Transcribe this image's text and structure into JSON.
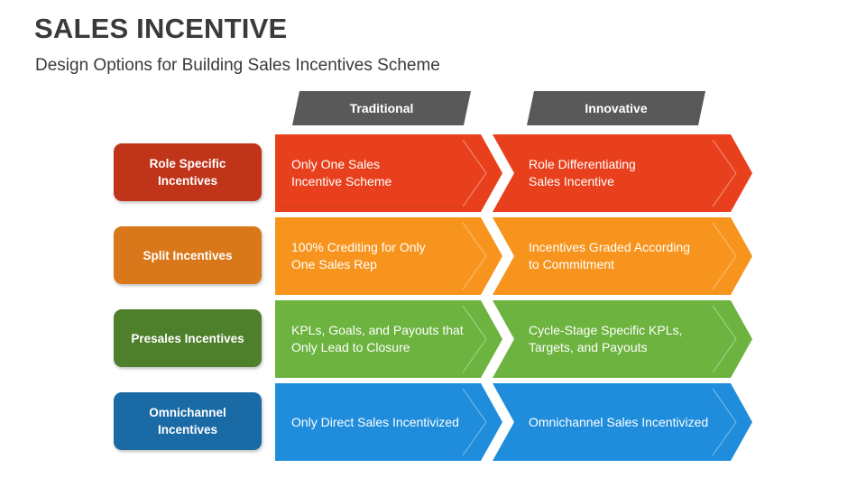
{
  "title": "SALES INCENTIVE",
  "subtitle": "Design Options for Building Sales Incentives Scheme",
  "columns": {
    "traditional": "Traditional",
    "innovative": "Innovative"
  },
  "colors": {
    "header": "#595959",
    "red": "#E8401C",
    "red_label": "#C0341A",
    "orange": "#F7941D",
    "orange_label": "#D9781A",
    "green": "#6DB33F",
    "green_label": "#4E7F2B",
    "blue": "#1F8DDB",
    "blue_label": "#1A6AA6"
  },
  "rows": [
    {
      "label": "Role Specific\nIncentives",
      "traditional": "Only One Sales\nIncentive Scheme",
      "innovative": "Role Differentiating\nSales Incentive"
    },
    {
      "label": "Split Incentives",
      "traditional": "100% Crediting for Only\nOne Sales Rep",
      "innovative": "Incentives Graded According\nto Commitment"
    },
    {
      "label": "Presales Incentives",
      "traditional": "KPLs, Goals, and Payouts that\nOnly Lead to Closure",
      "innovative": "Cycle-Stage Specific KPLs,\nTargets, and Payouts"
    },
    {
      "label": "Omnichannel\nIncentives",
      "traditional": "Only Direct Sales Incentivized",
      "innovative": "Omnichannel Sales Incentivized"
    }
  ]
}
